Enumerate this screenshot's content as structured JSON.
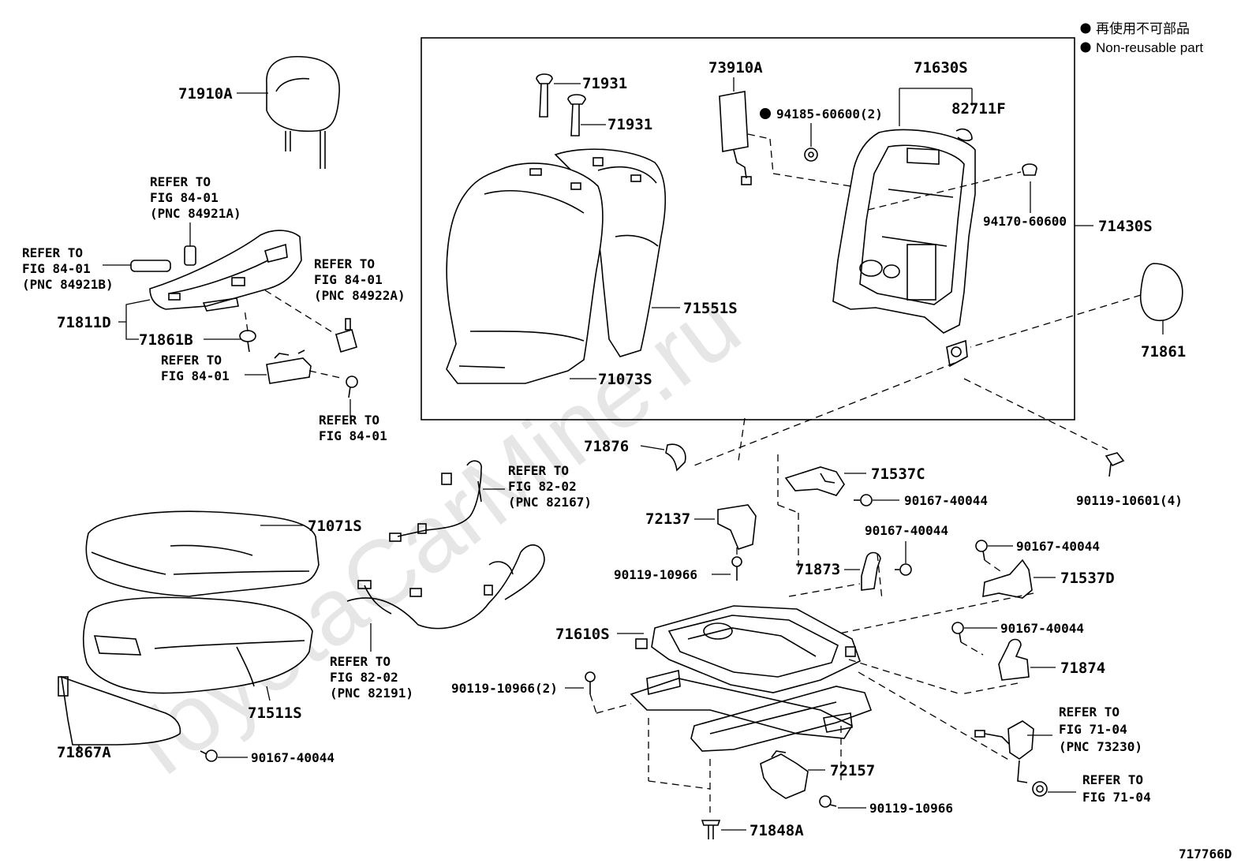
{
  "legend": {
    "jp": "再使用不可部品",
    "en": "Non-reusable part"
  },
  "watermark": "ToyotaCarMine.ru",
  "figure_id": "717766D",
  "labels": {
    "p71910A": "71910A",
    "refer_84921A": [
      "REFER TO",
      "FIG 84-01",
      "(PNC 84921A)"
    ],
    "refer_84921B": [
      "REFER TO",
      "FIG 84-01",
      "(PNC 84921B)"
    ],
    "refer_84922A": [
      "REFER TO",
      "FIG 84-01",
      "(PNC 84922A)"
    ],
    "p71811D": "71811D",
    "p71861B": "71861B",
    "refer_84_01_a": [
      "REFER TO",
      "FIG 84-01"
    ],
    "refer_84_01_b": [
      "REFER TO",
      "FIG 84-01"
    ],
    "p71931a": "71931",
    "p71931b": "71931",
    "p71551S": "71551S",
    "p71073S": "71073S",
    "p73910A": "73910A",
    "p94185": "94185-60600(2)",
    "p71630S": "71630S",
    "p82711F": "82711F",
    "p94170": "94170-60600",
    "p71430S": "71430S",
    "p71861": "71861",
    "p71876": "71876",
    "refer_82167": [
      "REFER TO",
      "FIG 82-02",
      "(PNC 82167)"
    ],
    "p71537C": "71537C",
    "p90167_a": "90167-40044",
    "p90119_10601": "90119-10601(4)",
    "p72137": "72137",
    "p90167_b": "90167-40044",
    "p90167_c": "90167-40044",
    "p71071S": "71071S",
    "p90119_10966_a": "90119-10966",
    "p71873": "71873",
    "p71537D": "71537D",
    "p90167_d": "90167-40044",
    "p71610S": "71610S",
    "p71874": "71874",
    "refer_82191": [
      "REFER TO",
      "FIG 82-02",
      "(PNC 82191)"
    ],
    "p90119_10966_2": "90119-10966(2)",
    "p71511S": "71511S",
    "refer_73230": [
      "REFER TO",
      "FIG 71-04",
      "(PNC 73230)"
    ],
    "p71867A": "71867A",
    "p90167_e": "90167-40044",
    "p72157": "72157",
    "p90119_10966_b": "90119-10966",
    "refer_71_04": [
      "REFER TO",
      "FIG 71-04"
    ],
    "p71848A": "71848A"
  }
}
